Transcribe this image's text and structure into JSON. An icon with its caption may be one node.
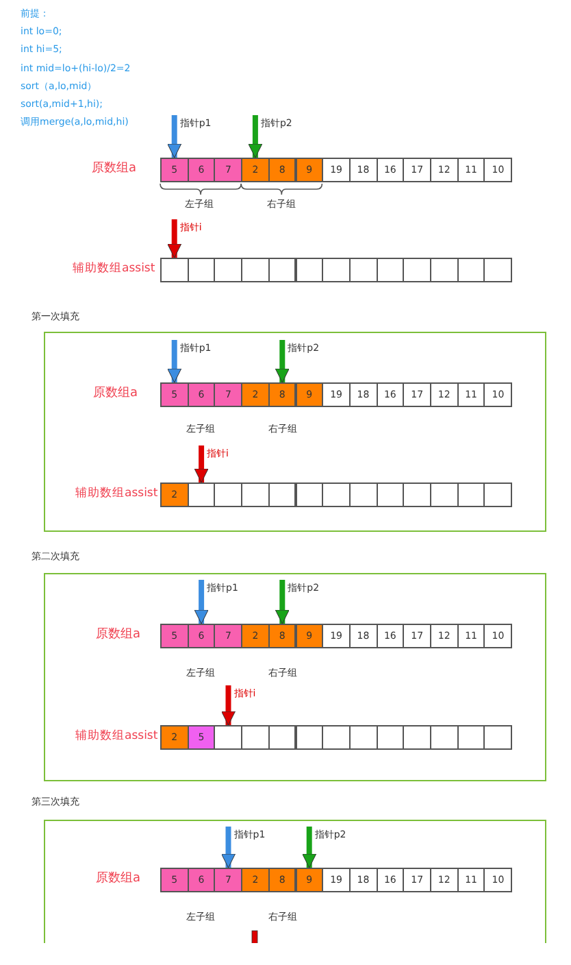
{
  "diagram": {
    "nodes": [
      {
        "text": [
          "原数组a"
        ]
      },
      {
        "text": [
          "5"
        ],
        "in": 0
      },
      {
        "text": [
          "6"
        ],
        "in": 0
      },
      {
        "text": [
          "7"
        ],
        "in": 0
      },
      {
        "text": [
          "2"
        ],
        "in": 0
      },
      {
        "text": [
          "8"
        ],
        "in": 0
      },
      {
        "text": [
          "9"
        ],
        "in": 0
      },
      {
        "text": [
          "19"
        ],
        "in": 0
      },
      {
        "text": [
          "18"
        ],
        "in": 0
      },
      {
        "text": [
          "16"
        ],
        "in": 0
      },
      {
        "text": [
          "17"
        ],
        "in": 0
      },
      {
        "text": [
          "12"
        ],
        "in": 0
      },
      {
        "text": [
          "11"
        ],
        "in": 0
      },
      {
        "text": [
          "10"
        ],
        "in": 0
      },
      {
        "text": [
          "辅助数组assist"
        ]
      },
      {
        "text": [],
        "shape": "box",
        "in": 14
      },
      {
        "text": [],
        "shape": "box",
        "in": 14
      },
      {
        "text": [],
        "shape": "box",
        "in": 14
      },
      {
        "text": [],
        "shape": "box",
        "in": 14
      },
      {
        "text": [],
        "shape": "box",
        "in": 14
      },
      {
        "text": [],
        "shape": "box",
        "in": 14
      },
      {
        "text": [],
        "shape": "box",
        "in": 14
      },
      {
        "text": [],
        "shape": "box",
        "in": 14
      },
      {
        "text": [],
        "shape": "box",
        "in": 14
      },
      {
        "text": [],
        "shape": "box",
        "in": 14
      },
      {
        "text": [],
        "shape": "box",
        "in": 14
      },
      {
        "text": [],
        "shape": "box",
        "in": 14
      },
      {
        "text": [],
        "shape": "box",
        "in": 14
      },
      {
        "text": [
          "第一次填充"
        ]
      },
      {
        "text": [
          "原数组a"
        ],
        "in": 28
      },
      {
        "text": [
          "5"
        ],
        "in": 29
      },
      {
        "text": [
          "6"
        ],
        "in": 29
      },
      {
        "text": [
          "7"
        ],
        "in": 29
      },
      {
        "text": [
          "2"
        ],
        "in": 29
      },
      {
        "text": [
          "8"
        ],
        "in": 29
      },
      {
        "text": [
          "9"
        ],
        "in": 29
      },
      {
        "text": [
          "19"
        ],
        "in": 29
      },
      {
        "text": [
          "18"
        ],
        "in": 29
      },
      {
        "text": [
          "16"
        ],
        "in": 29
      },
      {
        "text": [
          "17"
        ],
        "in": 29
      },
      {
        "text": [
          "12"
        ],
        "in": 29
      },
      {
        "text": [
          "11"
        ],
        "in": 29
      },
      {
        "text": [
          "10"
        ],
        "in": 29
      },
      {
        "text": [
          "辅助数组assist"
        ],
        "in": 28
      },
      {
        "text": [
          "2"
        ],
        "in": 43
      },
      {
        "text": [],
        "shape": "box",
        "in": 43
      },
      {
        "text": [],
        "shape": "box",
        "in": 43
      },
      {
        "text": [],
        "shape": "box",
        "in": 43
      },
      {
        "text": [],
        "shape": "box",
        "in": 43
      },
      {
        "text": [],
        "shape": "box",
        "in": 43
      },
      {
        "text": [],
        "shape": "box",
        "in": 43
      },
      {
        "text": [],
        "shape": "box",
        "in": 43
      },
      {
        "text": [],
        "shape": "box",
        "in": 43
      },
      {
        "text": [],
        "shape": "box",
        "in": 43
      },
      {
        "text": [],
        "shape": "box",
        "in": 43
      },
      {
        "text": [],
        "shape": "box",
        "in": 43
      },
      {
        "text": [],
        "shape": "box",
        "in": 43
      },
      {
        "text": [
          "第二次填充"
        ]
      },
      {
        "text": [
          "原数组a"
        ],
        "in": 57
      },
      {
        "text": [
          "5"
        ],
        "in": 58
      },
      {
        "text": [
          "6"
        ],
        "in": 58
      },
      {
        "text": [
          "7"
        ],
        "in": 58
      },
      {
        "text": [
          "2"
        ],
        "in": 58
      },
      {
        "text": [
          "8"
        ],
        "in": 58
      },
      {
        "text": [
          "9"
        ],
        "in": 58
      },
      {
        "text": [
          "19"
        ],
        "in": 58
      },
      {
        "text": [
          "18"
        ],
        "in": 58
      },
      {
        "text": [
          "16"
        ],
        "in": 58
      },
      {
        "text": [
          "17"
        ],
        "in": 58
      },
      {
        "text": [
          "12"
        ],
        "in": 58
      },
      {
        "text": [
          "11"
        ],
        "in": 58
      },
      {
        "text": [
          "10"
        ],
        "in": 58
      },
      {
        "text": [
          "辅助数组assist"
        ],
        "in": 57
      },
      {
        "text": [
          "2"
        ],
        "in": 72
      },
      {
        "text": [
          "5"
        ],
        "in": 72
      },
      {
        "text": [],
        "shape": "box",
        "in": 72
      },
      {
        "text": [],
        "shape": "box",
        "in": 72
      },
      {
        "text": [],
        "shape": "box",
        "in": 72
      },
      {
        "text": [],
        "shape": "box",
        "in": 72
      },
      {
        "text": [],
        "shape": "box",
        "in": 72
      },
      {
        "text": [],
        "shape": "box",
        "in": 72
      },
      {
        "text": [],
        "shape": "box",
        "in": 72
      },
      {
        "text": [],
        "shape": "box",
        "in": 72
      },
      {
        "text": [],
        "shape": "box",
        "in": 72
      },
      {
        "text": [],
        "shape": "box",
        "in": 72
      },
      {
        "text": [],
        "shape": "box",
        "in": 72
      },
      {
        "text": [
          "第三次填充"
        ]
      },
      {
        "text": [
          "原数组a"
        ],
        "in": 86
      },
      {
        "text": [
          "5"
        ],
        "in": 87
      },
      {
        "text": [
          "6"
        ],
        "in": 87
      },
      {
        "text": [
          "7"
        ],
        "in": 87
      },
      {
        "text": [
          "2"
        ],
        "in": 87
      },
      {
        "text": [
          "8"
        ],
        "in": 87
      },
      {
        "text": [
          "9"
        ],
        "in": 87
      },
      {
        "text": [
          "19"
        ],
        "in": 87
      },
      {
        "text": [
          "18"
        ],
        "in": 87
      },
      {
        "text": [
          "16"
        ],
        "in": 87
      },
      {
        "text": [
          "17"
        ],
        "in": 87
      },
      {
        "text": [
          "12"
        ],
        "in": 87
      },
      {
        "text": [
          "11"
        ],
        "in": 87
      },
      {
        "text": [
          "10"
        ],
        "in": 87
      }
    ],
    "edges": [
      {
        "from": null,
        "to": 1,
        "arrow": "to",
        "label": "指针p1",
        "color": "#3b8de0"
      },
      {
        "from": null,
        "to": 4,
        "arrow": "to",
        "label": "指针p2",
        "color": "#19a319"
      },
      {
        "from": null,
        "to": 15,
        "arrow": "to",
        "label": "指针i",
        "color": "#dd0000"
      },
      {
        "from": null,
        "to": 30,
        "arrow": "to",
        "label": "指针p1",
        "color": "#3b8de0"
      },
      {
        "from": null,
        "to": 34,
        "arrow": "to",
        "label": "指针p2",
        "color": "#19a319"
      },
      {
        "from": null,
        "to": 45,
        "arrow": "to",
        "label": "指针i",
        "color": "#dd0000"
      },
      {
        "from": null,
        "to": 60,
        "arrow": "to",
        "label": "指针p1",
        "color": "#3b8de0"
      },
      {
        "from": null,
        "to": 63,
        "arrow": "to",
        "label": "指针p2",
        "color": "#19a319"
      },
      {
        "from": null,
        "to": 75,
        "arrow": "to",
        "label": "指针i",
        "color": "#dd0000"
      },
      {
        "from": null,
        "to": 90,
        "arrow": "to",
        "label": "指针p1",
        "color": "#3b8de0"
      },
      {
        "from": null,
        "to": 93,
        "arrow": "to",
        "label": "指针p2",
        "color": "#19a319"
      }
    ],
    "labels": [
      "前提：",
      "int lo=0;",
      "int hi=5;",
      "int mid=lo+(hi-lo)/2=2",
      "sort（a,lo,mid）",
      "sort(a,mid+1,hi);",
      "调用merge(a,lo,mid,hi)",
      "左子组",
      "右子组",
      "左子组",
      "右子组",
      "左子组",
      "右子组",
      "左子组",
      "右子组"
    ]
  }
}
